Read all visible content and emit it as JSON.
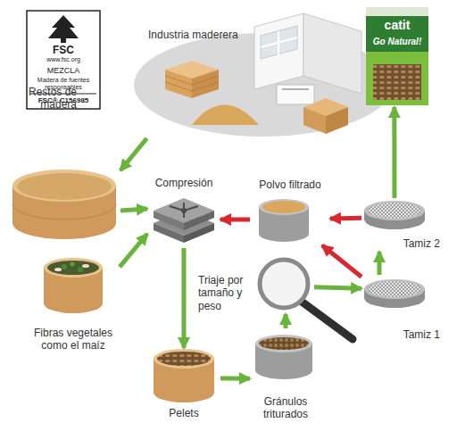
{
  "diagram": {
    "nodes": [
      {
        "text": [
          "Industria maderera"
        ]
      },
      {
        "text": [
          "Restos de madera"
        ]
      },
      {
        "text": [
          "Fibras vegetales como el maíz"
        ]
      },
      {
        "text": [
          "Compresión"
        ]
      },
      {
        "text": [
          "Pelets"
        ]
      },
      {
        "text": [
          "Gránulos triturados"
        ]
      },
      {
        "text": [
          "Triaje por tamaño y peso"
        ]
      },
      {
        "text": [
          "Tamiz 1"
        ]
      },
      {
        "text": [
          "Tamiz 2"
        ]
      },
      {
        "text": [
          "Polvo filtrado"
        ]
      },
      {
        "text": [
          "catit",
          "Go Natural!"
        ]
      }
    ],
    "edges": [
      {
        "from": 0,
        "to": 1,
        "arrow": "to"
      },
      {
        "from": 1,
        "to": 3,
        "arrow": "to"
      },
      {
        "from": 2,
        "to": 3,
        "arrow": "to"
      },
      {
        "from": 3,
        "to": 4,
        "arrow": "to"
      },
      {
        "from": 4,
        "to": 5,
        "arrow": "to"
      },
      {
        "from": 5,
        "to": 6,
        "arrow": "to"
      },
      {
        "from": 6,
        "to": 7,
        "arrow": "to"
      },
      {
        "from": 7,
        "to": 8,
        "arrow": "to"
      },
      {
        "from": 8,
        "to": 10,
        "arrow": "to"
      },
      {
        "from": 7,
        "to": 9,
        "arrow": "to"
      },
      {
        "from": 8,
        "to": 9,
        "arrow": "to"
      },
      {
        "from": 9,
        "to": 3,
        "arrow": "to"
      }
    ],
    "labels": [
      "FSC",
      "www.fsc.org",
      "MEZCLA",
      "Madera de fuentes responsables",
      "FSC® C156985"
    ]
  }
}
